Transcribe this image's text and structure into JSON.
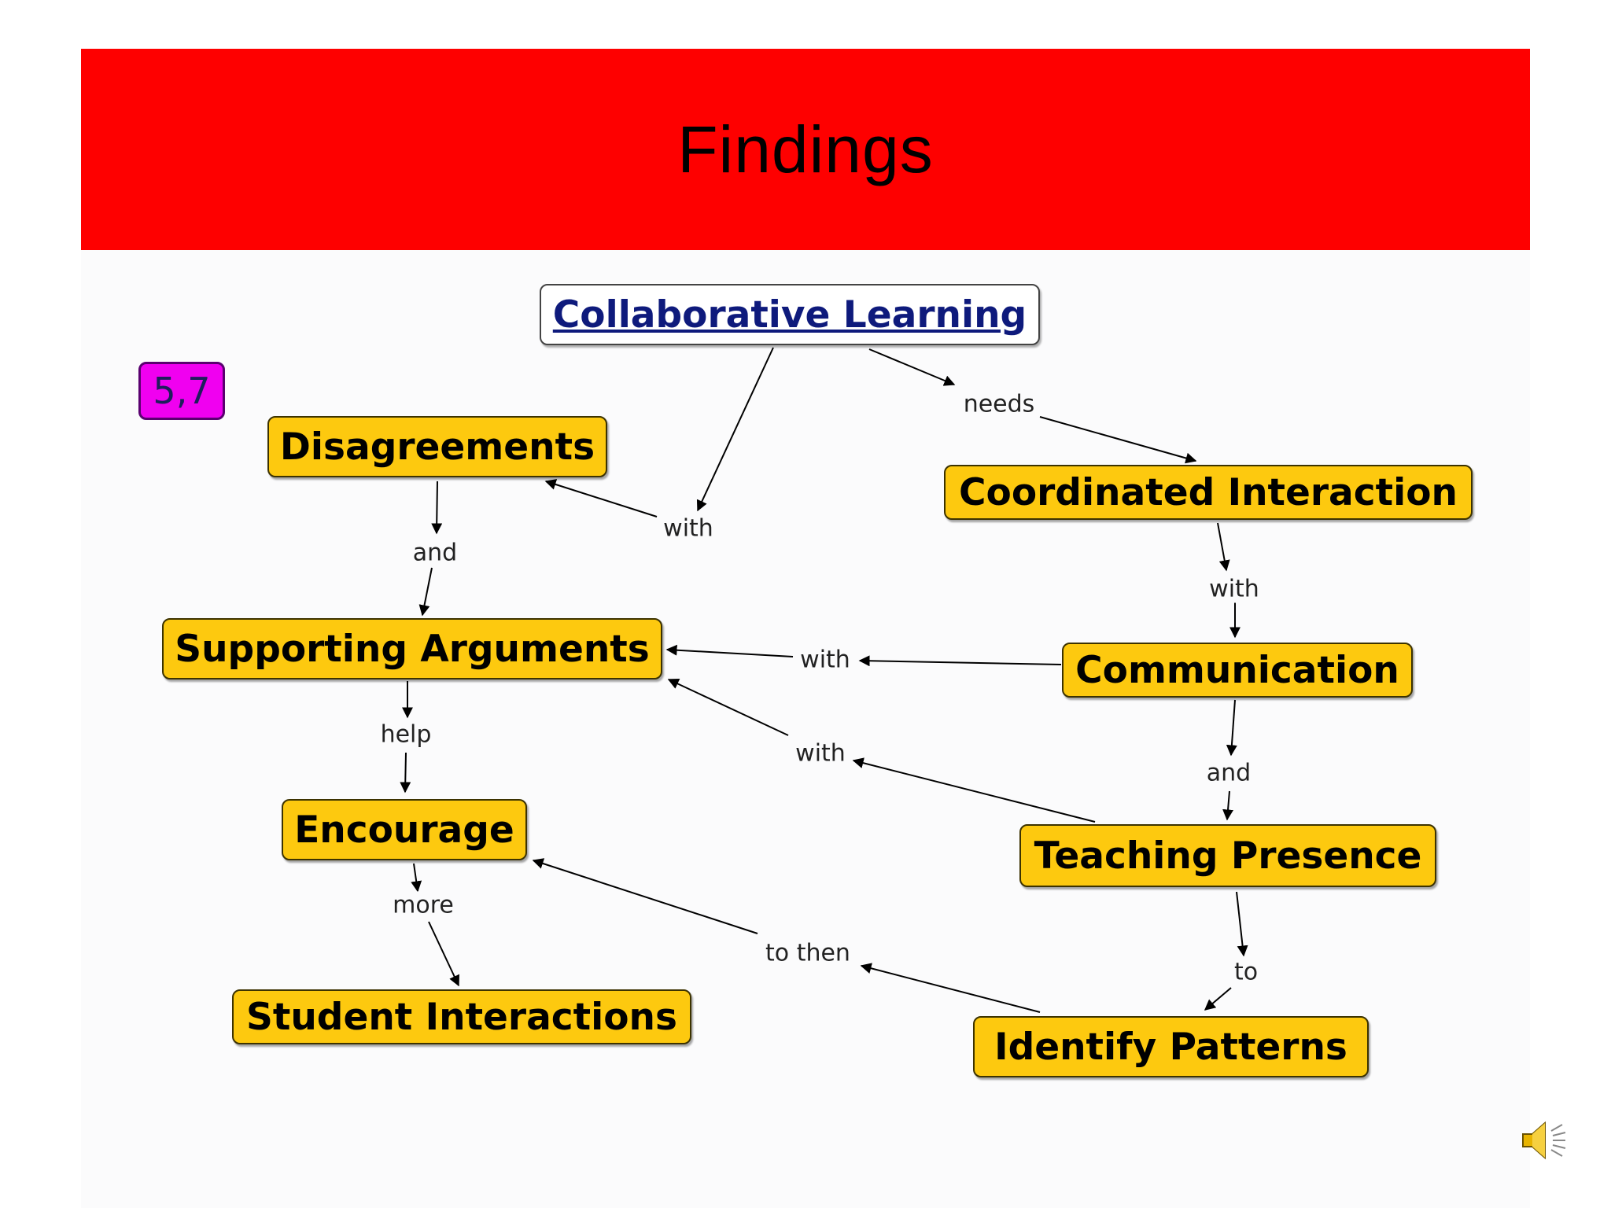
{
  "slide": {
    "title": "Findings",
    "badge": "5,7"
  },
  "colors": {
    "title_bar": "#fe0000",
    "node_fill": "#fdc90f",
    "root_text": "#0e1a7c",
    "badge_fill": "#f000f0"
  },
  "concept_map": {
    "nodes": {
      "collaborative_learning": "Collaborative Learning",
      "disagreements": "Disagreements",
      "coordinated_interaction": "Coordinated Interaction",
      "supporting_arguments": "Supporting Arguments",
      "communication": "Communication",
      "encourage": "Encourage",
      "teaching_presence": "Teaching Presence",
      "student_interactions": "Student Interactions",
      "identify_patterns": "Identify Patterns"
    },
    "links": {
      "needs": "needs",
      "with_cl": "with",
      "and_dis": "and",
      "with_ci": "with",
      "with_comm": "with",
      "help": "help",
      "with_tp": "with",
      "and_comm": "and",
      "more": "more",
      "to_then": "to then",
      "to": "to"
    }
  },
  "icons": {
    "speaker": "speaker-icon"
  }
}
